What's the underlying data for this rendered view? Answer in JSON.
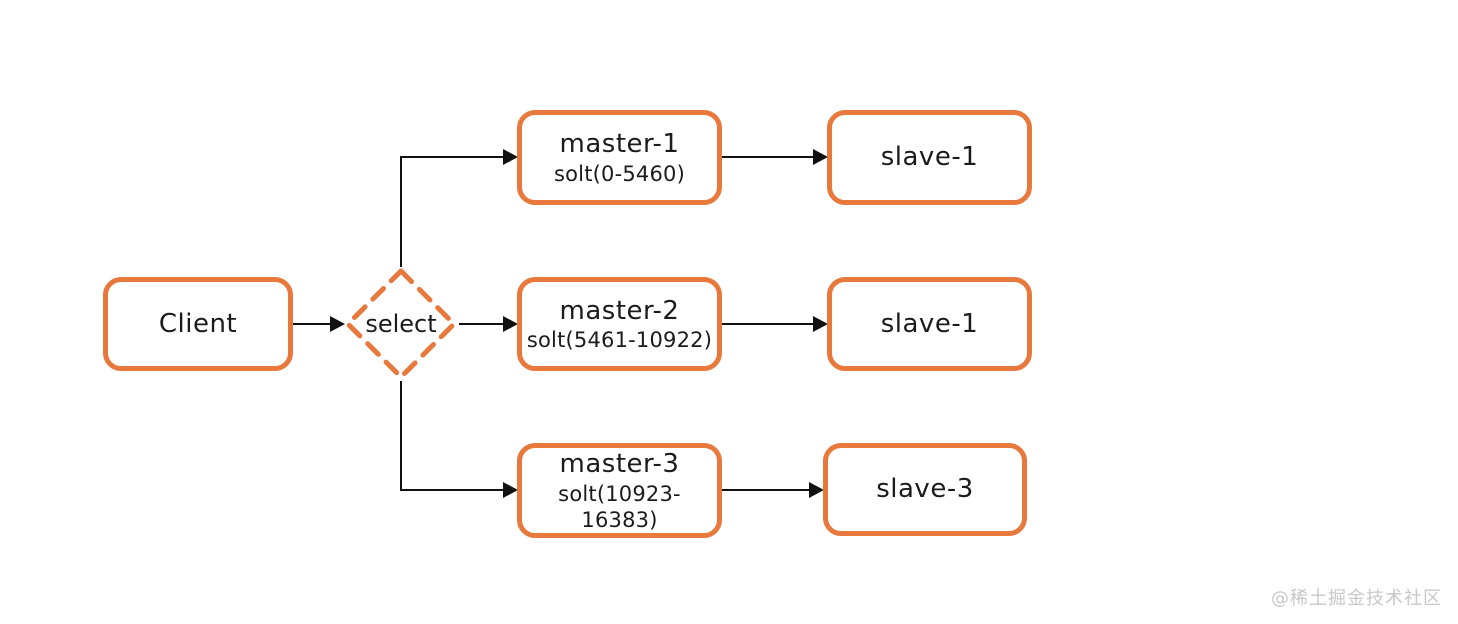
{
  "diagram": {
    "client": {
      "label": "Client"
    },
    "selector": {
      "label": "select"
    },
    "rows": [
      {
        "master": {
          "label": "master-1",
          "slots": "solt(0-5460)"
        },
        "slave": {
          "label": "slave-1"
        }
      },
      {
        "master": {
          "label": "master-2",
          "slots": "solt(5461-10922)"
        },
        "slave": {
          "label": "slave-1"
        }
      },
      {
        "master": {
          "label": "master-3",
          "slots": "solt(10923-16383)"
        },
        "slave": {
          "label": "slave-3"
        }
      }
    ],
    "watermark": {
      "text": "@稀土掘金技术社区"
    },
    "colors": {
      "accent": "#E8793D",
      "line": "#111111",
      "watermark": "#C8C8C8",
      "background": "#FFFFFF"
    }
  }
}
